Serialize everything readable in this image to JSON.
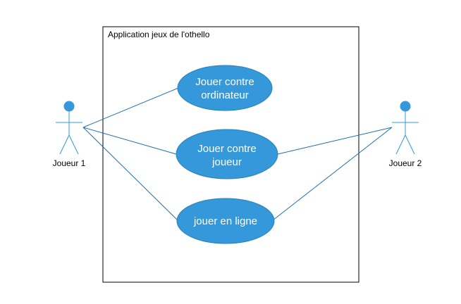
{
  "system": {
    "title": "Application jeux de l'othello"
  },
  "actors": [
    {
      "label": "Joueur 1"
    },
    {
      "label": "Joueur 2"
    }
  ],
  "use_cases": [
    {
      "line1": "Jouer contre",
      "line2": "ordinateur"
    },
    {
      "line1": "Jouer contre",
      "line2": "joueur"
    },
    {
      "line1": "jouer en ligne"
    }
  ],
  "colors": {
    "usecase_fill": "#3498db",
    "usecase_stroke": "#2980b9",
    "actor_color": "#3498db",
    "association_line": "#1f6fb2",
    "boundary": "#000000"
  }
}
